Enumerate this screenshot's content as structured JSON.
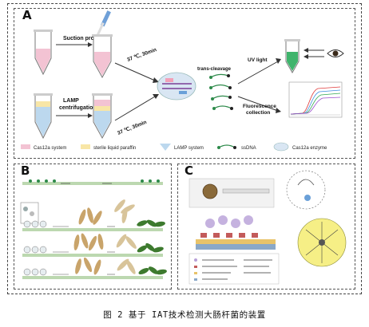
{
  "caption": "图 2   基于 IAT技术检测大肠杆菌的装置",
  "panel_a": {
    "label": "A",
    "step_top": "Suction product",
    "step_bottom_1": "LAMP",
    "step_bottom_2": "centrifugation",
    "temp_top": "37 ℃, 30min",
    "temp_bottom": "37 ℃, 30min",
    "trans_cleavage": "trans-cleavage",
    "uv_light": "UV light",
    "fluorescence_1": "Fluorescence",
    "fluorescence_2": "collection",
    "legend": [
      "Cas12a system",
      "sterile liquid paraffin",
      "LAMP system",
      "ssDNA",
      "Cas12a enzyme"
    ]
  },
  "panel_b": {
    "label": "B"
  },
  "panel_c": {
    "label": "C"
  },
  "colors": {
    "pink": "#f3c3d3",
    "yellow": "#f8e6a6",
    "blue": "#bcd8ee",
    "green": "#2d8a4a"
  }
}
